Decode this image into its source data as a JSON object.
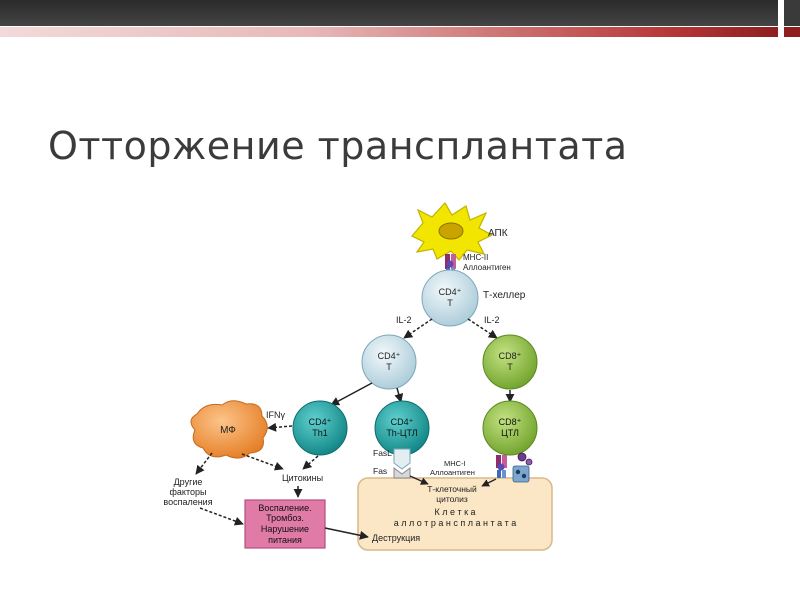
{
  "slide": {
    "title": "Отторжение трансплантата"
  },
  "diagram": {
    "apc": "АПК",
    "mhc2": "MHC-II",
    "alloantigen_top": "Аллоантиген",
    "cd4_top": "CD4⁺",
    "t_letter_top": "T",
    "helper": "Т-хеллер",
    "il2_left": "IL-2",
    "il2_right": "IL-2",
    "cd4_mid": "CD4⁺",
    "t_letter_mid": "T",
    "cd8_mid": "CD8⁺",
    "t_letter_cd8": "T",
    "mf": "МФ",
    "ifn": "IFNγ",
    "th1_a": "CD4⁺",
    "th1_b": "Th1",
    "thctl_a": "CD4⁺",
    "thctl_b": "Th-ЦТЛ",
    "ctl_a": "CD8⁺",
    "ctl_b": "ЦТЛ",
    "other_factors_1": "Другие",
    "other_factors_2": "факторы",
    "other_factors_3": "воспаления",
    "cytokines": "Цитокины",
    "fasl": "FasL",
    "fas": "Fas",
    "mhc1": "MHC-I",
    "alloantigen_bottom": "Аллоантиген",
    "tcell_cytolysis_1": "Т-клеточный",
    "tcell_cytolysis_2": "цитолиз",
    "inflammation_1": "Воспаление.",
    "inflammation_2": "Тромбоз.",
    "inflammation_3": "Нарушение",
    "inflammation_4": "питания",
    "allograft_cell_1": "К л е т к а",
    "allograft_cell_2": "а л л о т р а н с п л а н т а т а",
    "destruction": "Деструкция"
  },
  "colors": {
    "topbar": "#333333",
    "accent_red": "#b83a3a",
    "apc_yellow": "#f2e600",
    "cd4_light": "#cfe3ec",
    "th_teal": "#1a9e9e",
    "cd8_green": "#98c44a",
    "mf_orange": "#f49a46",
    "inflammation_pink": "#e07aa6",
    "allograft_peach": "#fbe7c6"
  }
}
